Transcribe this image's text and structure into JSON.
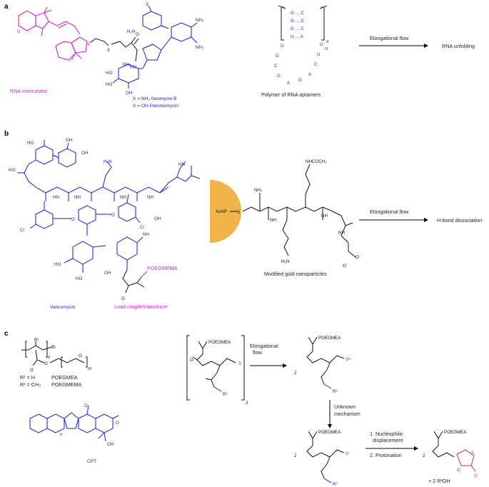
{
  "panels": {
    "a": "a",
    "b": "b",
    "c": "c"
  },
  "panel_a": {
    "intercalator_label": "RNA intercalator",
    "x_neomycin": "X = NH₂ Neomycin B",
    "x_paromomycin": "X = OH Paromomycin",
    "aptamer_label": "Polymer of RNA aptamers",
    "flow_label": "Elongational flow",
    "result": "RNA unfolding",
    "x_atom": "X",
    "h2n": "H₂N",
    "nh2": "NH₂",
    "ho": "HO",
    "hn": "HN",
    "oh": "OH",
    "n": "N",
    "three": "3",
    "sub_n": "n",
    "rna_pairs": [
      "G … C",
      "G … C",
      "G … C",
      "U … A"
    ],
    "rna_loop": [
      "G",
      "G",
      "C",
      "G",
      "A",
      "G",
      "A",
      "C",
      "U",
      "U",
      "U"
    ]
  },
  "panel_b": {
    "vanco_label": "Vancomycin",
    "load_label": "Load couple/transducer",
    "poegmema": "POEGMEMA",
    "aunp": "AuNP",
    "s": "S",
    "nhcoch3": "NHCOCH₃",
    "nh2": "NH₂",
    "h2n": "H₂N",
    "nh": "NH",
    "hn": "HN",
    "ho": "HO",
    "oh": "OH",
    "cl": "Cl",
    "o": "O",
    "o_minus": "O⁻",
    "gold_label": "Modified gold nanoparticles",
    "flow_label": "Elongational flow",
    "result": "H-bond dissociation"
  },
  "panel_c": {
    "r1": "R¹",
    "br": "Br",
    "n": "n",
    "m": "m",
    "o": "O",
    "r1_h": "R¹ = H",
    "r1_h_name": "POEGMEA",
    "r1_ch3": "R¹ = CH₃",
    "r1_ch3_name": "POEGMEMA",
    "cpt": "CPT",
    "oh": "OH",
    "poegmea": "POEGMEA",
    "s_dot": "S•",
    "s_minus": "S⁻",
    "s": "S",
    "r2": "R²",
    "two": "2",
    "elong1": "Elongational",
    "elong2": "flow",
    "unknown1": "Unknown",
    "unknown2": "mechanism",
    "step1a": "1. Nucleophilic",
    "step1b": "displacement",
    "step2": "2. Protonation",
    "byproduct": "+ 2 R²OH"
  },
  "colors": {
    "blue": "#1a1ad8",
    "magenta": "#e020d0",
    "gold": "#f0b44a",
    "crimson": "#c0306a"
  }
}
